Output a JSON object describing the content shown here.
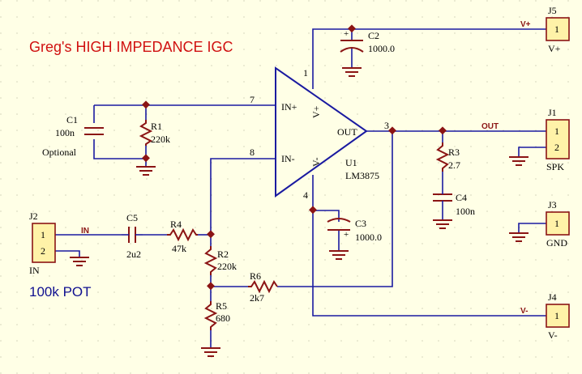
{
  "title": "Greg's HIGH IMPEDANCE IGC",
  "note": "100k POT",
  "opamp": {
    "ref": "U1",
    "part": "LM3875",
    "in_plus": "IN+",
    "in_minus": "IN-",
    "out": "OUT",
    "vplus": "V+",
    "vminus": "V-"
  },
  "pins": {
    "p7": "7",
    "p8": "8",
    "p1": "1",
    "p3": "3",
    "p4": "4"
  },
  "components": {
    "c1": {
      "ref": "C1",
      "value": "100n",
      "note": "Optional"
    },
    "r1": {
      "ref": "R1",
      "value": "220k"
    },
    "c2": {
      "ref": "C2",
      "value": "1000.0"
    },
    "c3": {
      "ref": "C3",
      "value": "1000.0"
    },
    "c4": {
      "ref": "C4",
      "value": "100n"
    },
    "c5": {
      "ref": "C5",
      "value": "2u2"
    },
    "r2": {
      "ref": "R2",
      "value": "220k"
    },
    "r3": {
      "ref": "R3",
      "value": "2.7"
    },
    "r4": {
      "ref": "R4",
      "value": "47k"
    },
    "r5": {
      "ref": "R5",
      "value": "680"
    },
    "r6": {
      "ref": "R6",
      "value": "2k7"
    }
  },
  "connectors": {
    "j1": {
      "ref": "J1",
      "pin1": "1",
      "pin2": "2",
      "label": "SPK"
    },
    "j2": {
      "ref": "J2",
      "pin1": "1",
      "pin2": "2",
      "label": "IN"
    },
    "j3": {
      "ref": "J3",
      "pin1": "1",
      "label": "GND"
    },
    "j4": {
      "ref": "J4",
      "pin1": "1",
      "label": "V-"
    },
    "j5": {
      "ref": "J5",
      "pin1": "1",
      "label": "V+"
    }
  },
  "nets": {
    "in": "IN",
    "out": "OUT",
    "vplus": "V+",
    "vminus": "V-"
  },
  "polarity": {
    "plus": "+"
  }
}
